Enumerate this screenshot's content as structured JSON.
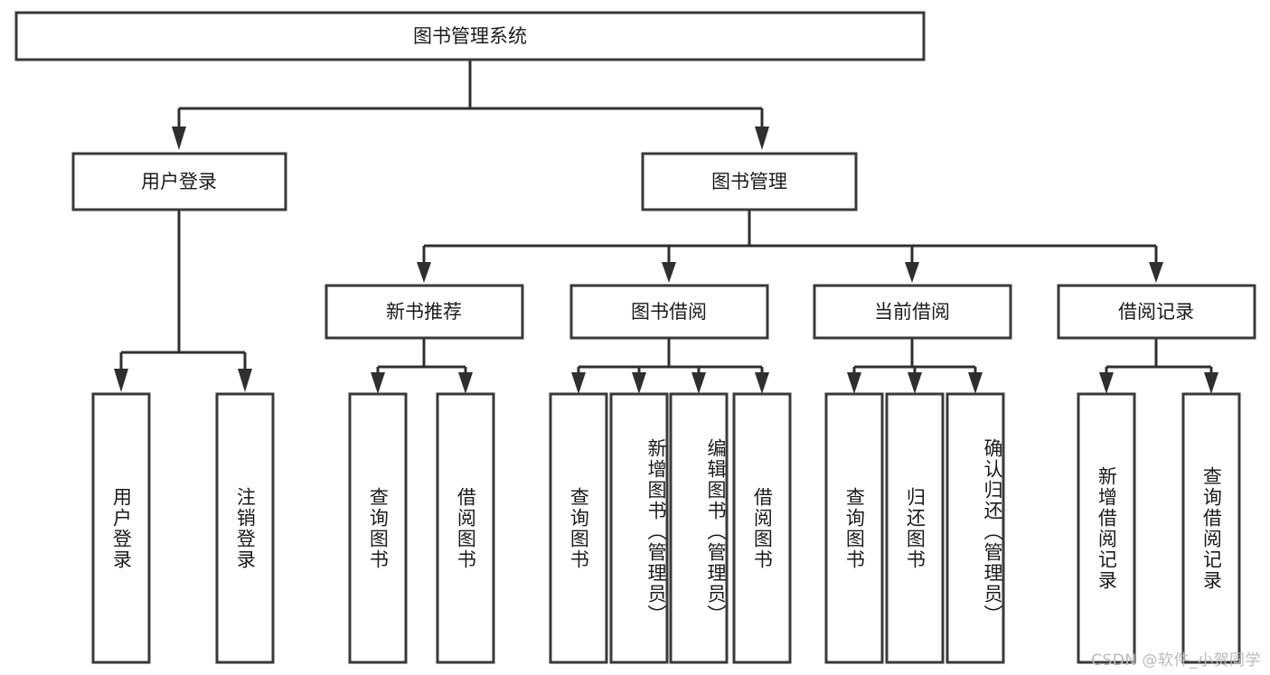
{
  "diagram": {
    "title": "图书管理系统",
    "type": "hierarchy-tree",
    "orientation": "top-down",
    "colors": {
      "box_stroke": "#3a3a3a",
      "box_fill": "#ffffff",
      "connector": "#2f2f2f",
      "text": "#1b1b1b",
      "background": "#ffffff",
      "watermark": "#b9b9b9"
    },
    "root": {
      "id": "root",
      "label": "图书管理系统"
    },
    "level2": [
      {
        "id": "login",
        "label": "用户登录"
      },
      {
        "id": "bookmgmt",
        "label": "图书管理"
      }
    ],
    "level3": [
      {
        "id": "newbook",
        "label": "新书推荐",
        "parent": "bookmgmt"
      },
      {
        "id": "borrow",
        "label": "图书借阅",
        "parent": "bookmgmt"
      },
      {
        "id": "current",
        "label": "当前借阅",
        "parent": "bookmgmt"
      },
      {
        "id": "records",
        "label": "借阅记录",
        "parent": "bookmgmt"
      }
    ],
    "leaves": {
      "login": [
        {
          "id": "leaf-user-login",
          "label": "用户登录"
        },
        {
          "id": "leaf-user-logout",
          "label": "注销登录"
        }
      ],
      "newbook": [
        {
          "id": "leaf-query-book-1",
          "label": "查询图书"
        },
        {
          "id": "leaf-borrow-book-1",
          "label": "借阅图书"
        }
      ],
      "borrow": [
        {
          "id": "leaf-query-book-2",
          "label": "查询图书"
        },
        {
          "id": "leaf-add-book",
          "label": "新增图书（管理员）"
        },
        {
          "id": "leaf-edit-book",
          "label": "编辑图书（管理员）"
        },
        {
          "id": "leaf-borrow-book-2",
          "label": "借阅图书"
        }
      ],
      "current": [
        {
          "id": "leaf-query-book-3",
          "label": "查询图书"
        },
        {
          "id": "leaf-return-book",
          "label": "归还图书"
        },
        {
          "id": "leaf-confirm-return",
          "label": "确认归还（管理员）"
        }
      ],
      "records": [
        {
          "id": "leaf-add-record",
          "label": "新增借阅记录"
        },
        {
          "id": "leaf-query-record",
          "label": "查询借阅记录"
        }
      ]
    },
    "watermark": "CSDN @软件_小贺同学"
  }
}
